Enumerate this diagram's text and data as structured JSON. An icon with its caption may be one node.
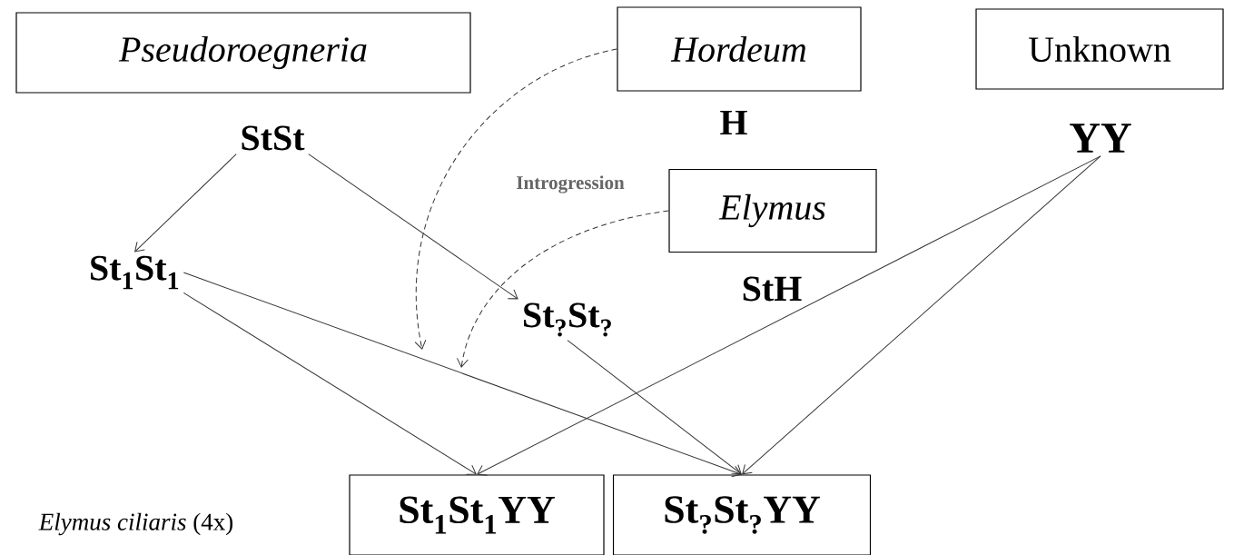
{
  "diagram": {
    "nodes": [
      {
        "text": [
          "Pseudoroegneria"
        ]
      },
      {
        "text": [
          "StSt"
        ]
      },
      {
        "text": [
          "Hordeum"
        ],
        "beside": [
          "H"
        ]
      },
      {
        "text": [
          "Unknown"
        ]
      },
      {
        "text": [
          "YY"
        ]
      },
      {
        "text": [
          "Elymus"
        ],
        "beside": [
          "StH"
        ]
      },
      {
        "text": [
          "St$_{1}$St$_{1}$"
        ]
      },
      {
        "text": [
          "St$_{?}$St$_{?}$"
        ]
      },
      {
        "text": [
          "St$_{1}$St$_{1}$YY"
        ]
      },
      {
        "text": [
          "St$_{?}$St$_{?}$YY"
        ]
      }
    ],
    "edges": [
      {
        "from": 1,
        "to": 6,
        "arrow": "to"
      },
      {
        "from": 1,
        "to": 7,
        "arrow": "to"
      },
      {
        "from": 6,
        "to": 8,
        "arrow": "to"
      },
      {
        "from": 6,
        "to": 9,
        "arrow": "to"
      },
      {
        "from": 7,
        "to": 9,
        "arrow": "to"
      },
      {
        "from": 4,
        "to": 8,
        "arrow": "to"
      },
      {
        "from": 4,
        "to": 9,
        "arrow": "to"
      },
      {
        "from": 2,
        "to": null,
        "arrow": "to",
        "style": "dashed"
      },
      {
        "from": 5,
        "to": null,
        "arrow": "to",
        "style": "dashed"
      }
    ],
    "labels": [
      "Introgression",
      "*Elymus ciliaris* (4x)"
    ]
  }
}
